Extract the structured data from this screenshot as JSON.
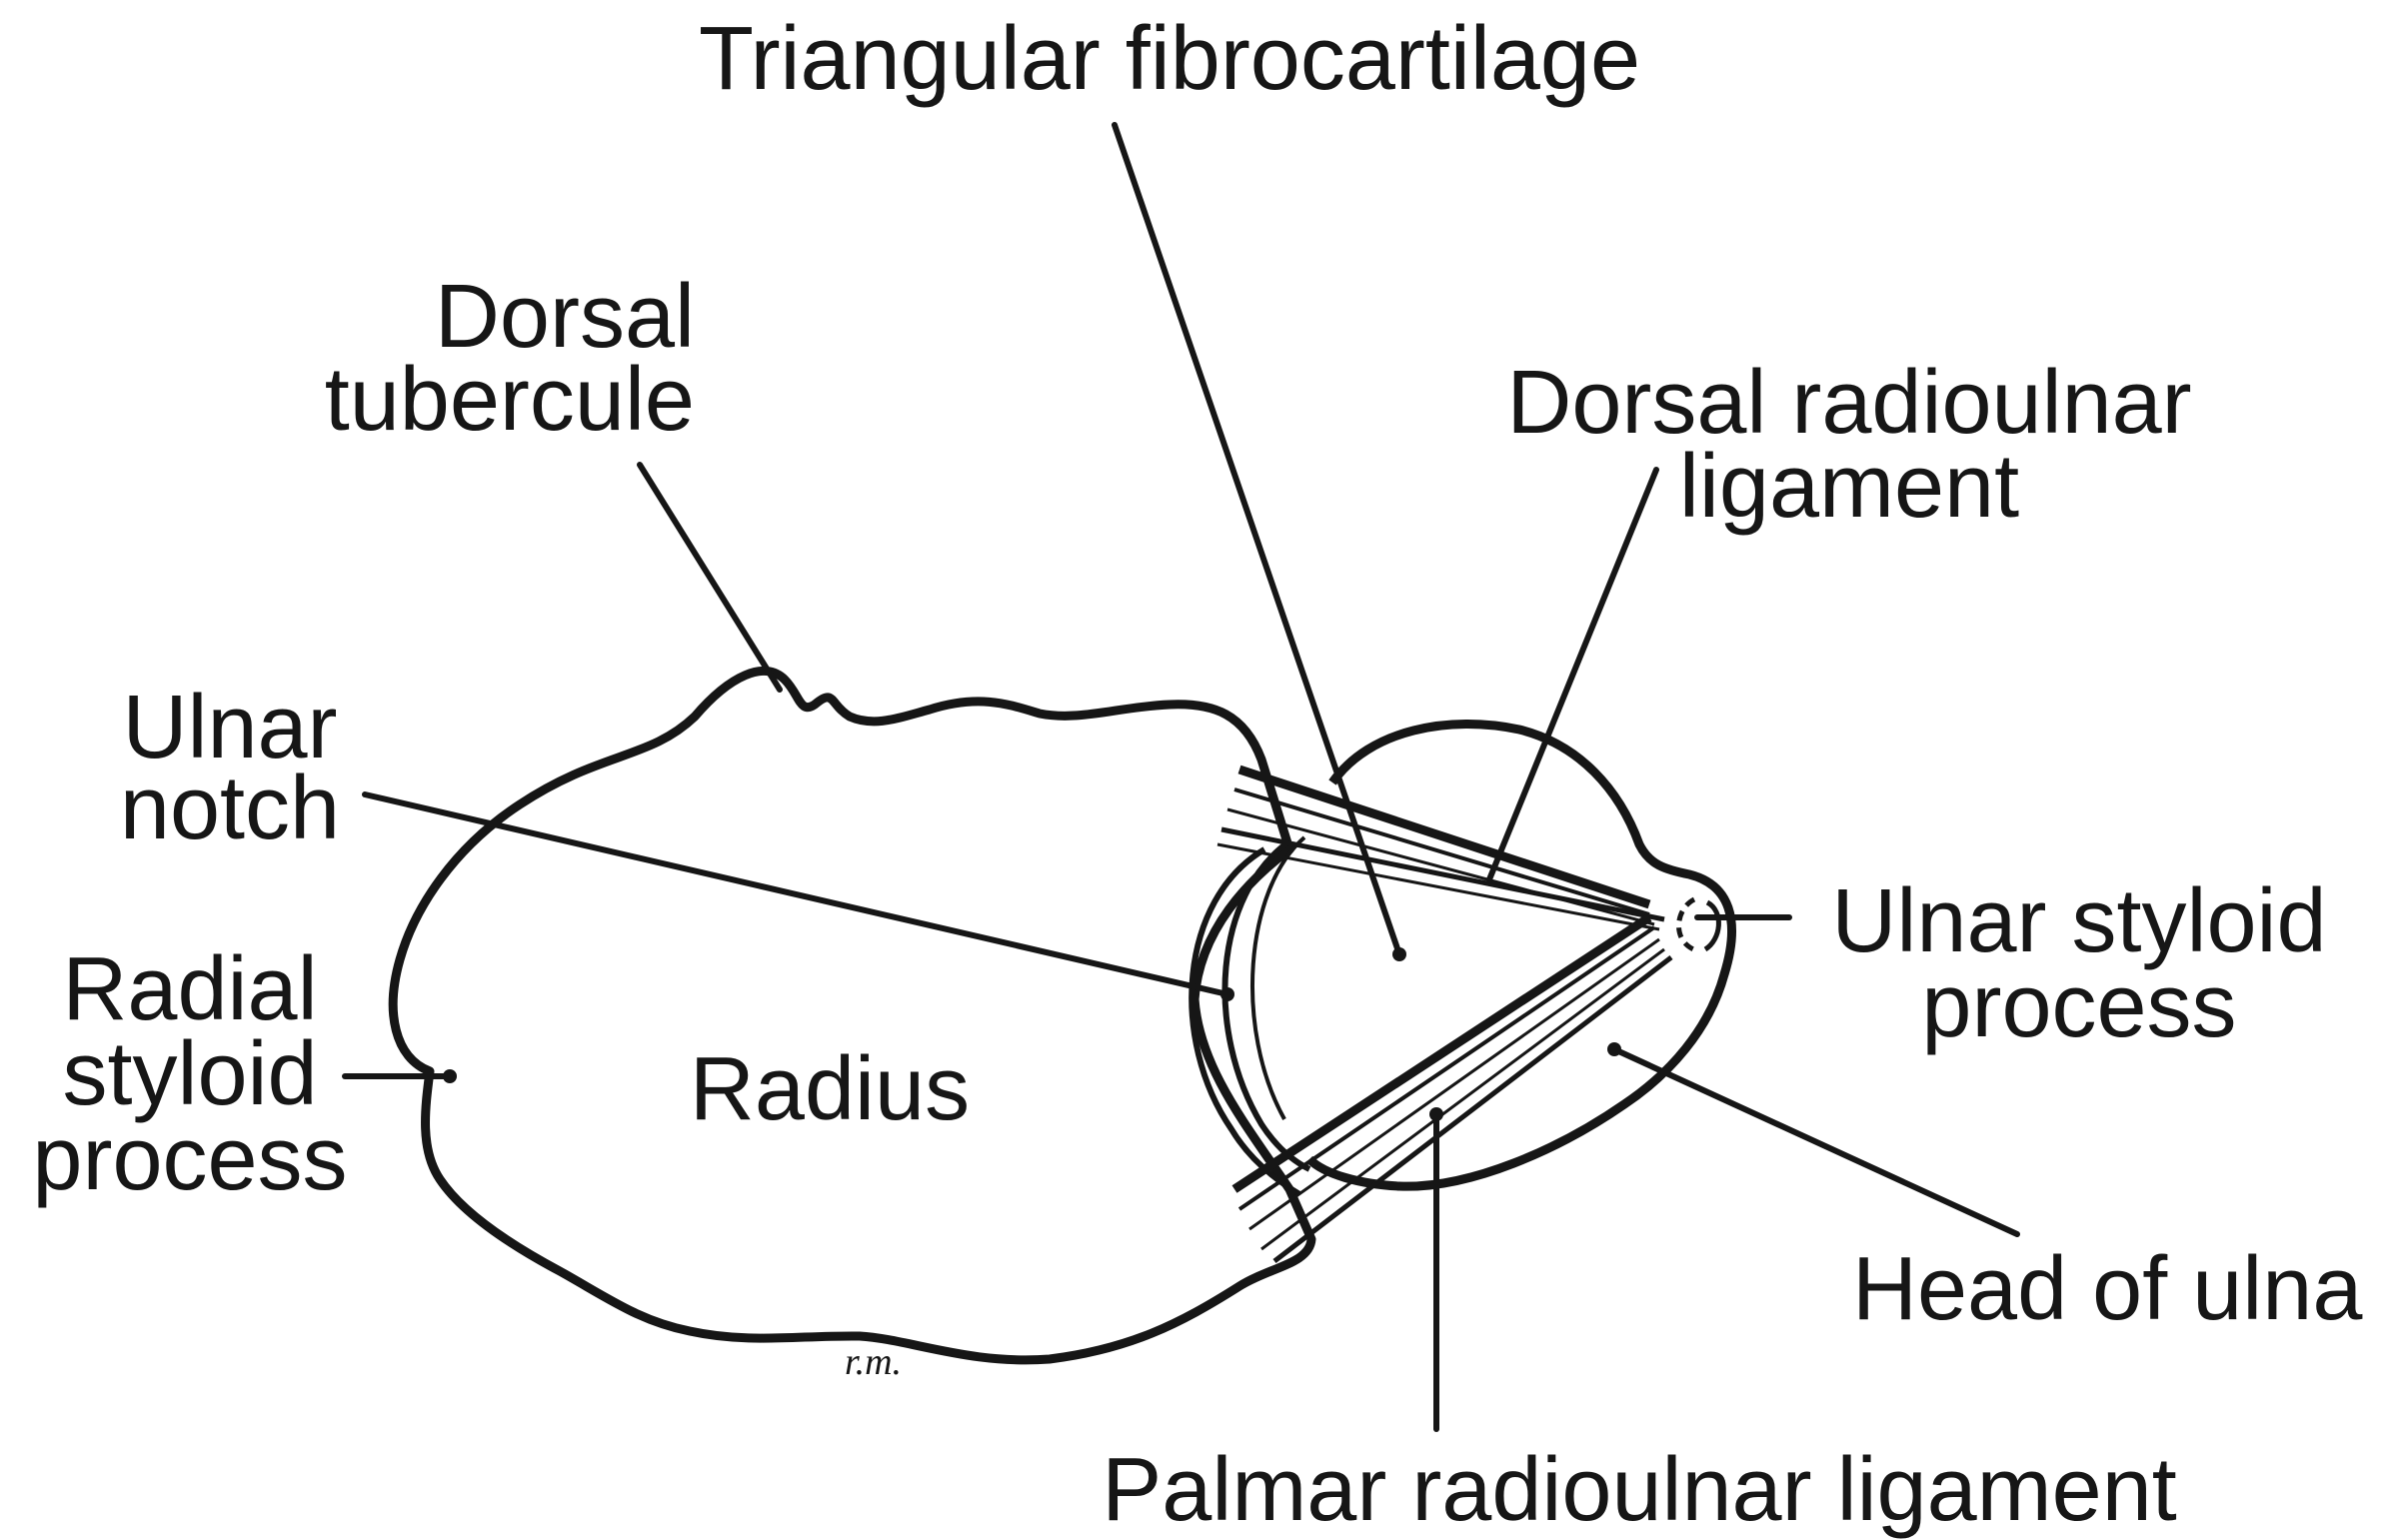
{
  "labels": {
    "triangular_fibrocartilage": "Triangular fibrocartilage",
    "dorsal_tubercule": [
      "Dorsal",
      "tubercule"
    ],
    "dorsal_radioulnar_ligament": [
      "Dorsal radioulnar",
      "ligament"
    ],
    "ulnar_notch": [
      "Ulnar",
      "notch"
    ],
    "radial_styloid_process": [
      "Radial",
      "styloid",
      "process"
    ],
    "radius": "Radius",
    "ulnar_styloid_process": [
      "Ulnar styloid",
      "process"
    ],
    "head_of_ulna": "Head of ulna",
    "palmar_radioulnar_ligament": "Palmar radioulnar ligament"
  },
  "artist_signature": "r.m.",
  "colors": {
    "ink": "#161616",
    "background": "#ffffff"
  }
}
